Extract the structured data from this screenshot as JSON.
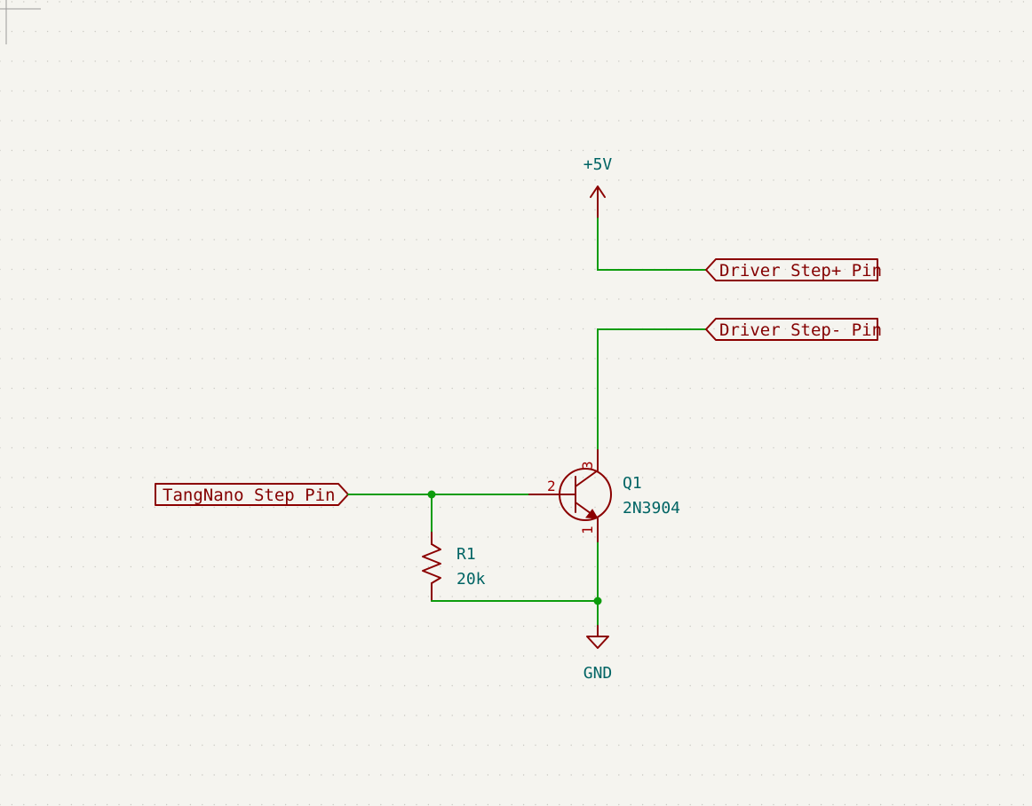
{
  "power": {
    "vcc_label": "+5V",
    "gnd_label": "GND"
  },
  "labels": {
    "driver_step_plus": "Driver Step+ Pin",
    "driver_step_minus": "Driver Step- Pin",
    "tangnano_step": "TangNano Step Pin"
  },
  "resistor": {
    "ref": "R1",
    "value": "20k"
  },
  "transistor": {
    "ref": "Q1",
    "value": "2N3904",
    "pin_base": "2",
    "pin_collector": "3",
    "pin_emitter": "1"
  },
  "colors": {
    "background": "#f5f4ef",
    "wire": "#0d9c0d",
    "symbol": "#8b0000",
    "reference_text": "#006464",
    "junction": "#0d9c0d"
  }
}
